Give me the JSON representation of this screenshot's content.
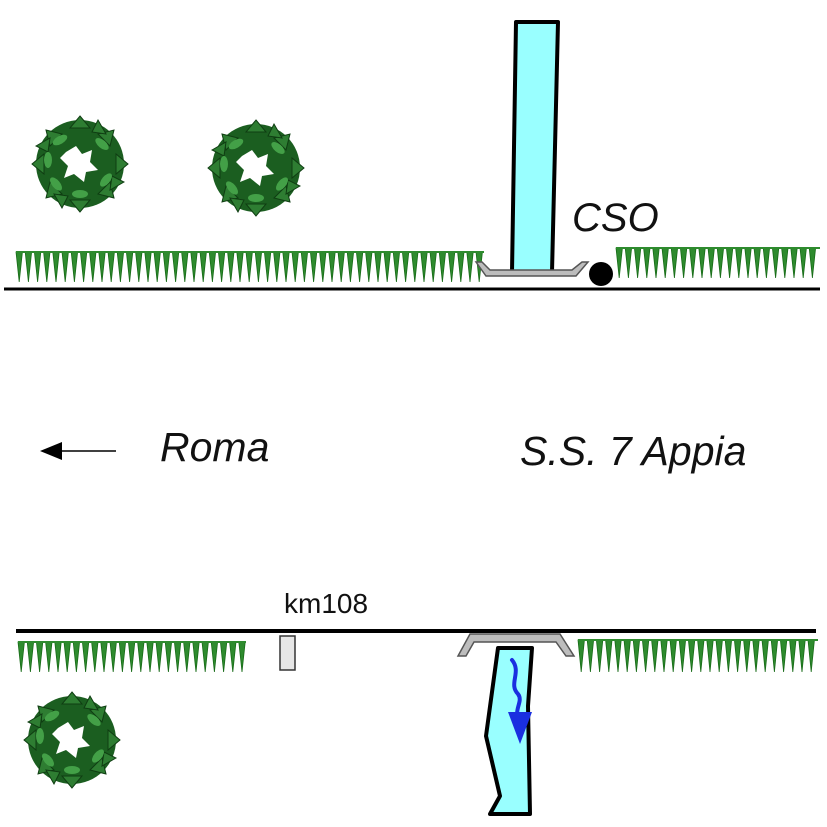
{
  "labels": {
    "cso": "CSO",
    "direction": "Roma",
    "road_name": "S.S. 7 Appia",
    "kilometer_marker": "km108"
  },
  "colors": {
    "grass": "#2e8b2e",
    "grass_dark": "#176b17",
    "tree_dark": "#1b5e20",
    "tree_mid": "#2e7d32",
    "tree_light": "#43a047",
    "water": "#99ffff",
    "water_flow_arrow": "#1a2fe0",
    "concrete": "#bdbdbd",
    "outline": "#000000"
  },
  "icons": {
    "direction_arrow": "arrow-left-icon",
    "overflow_point": "cso-point-icon",
    "tree": "tree-icon"
  }
}
